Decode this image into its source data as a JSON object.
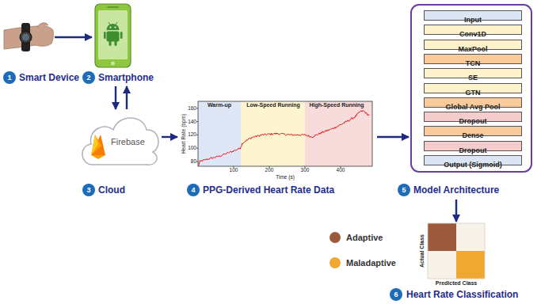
{
  "diagram": {
    "nodes": [
      {
        "text": [
          "Smart Device"
        ]
      },
      {
        "text": [
          "Smartphone"
        ]
      },
      {
        "text": [
          "Firebase",
          "Cloud"
        ]
      },
      {
        "text": [
          "PPG-Derived Heart Rate Data"
        ]
      },
      {
        "text": [
          "Model Architecture"
        ]
      },
      {
        "text": [
          "Input"
        ],
        "in": 4
      },
      {
        "text": [
          "Conv1D"
        ],
        "in": 4
      },
      {
        "text": [
          "MaxPool"
        ],
        "in": 4
      },
      {
        "text": [
          "TCN"
        ],
        "in": 4
      },
      {
        "text": [
          "SE"
        ],
        "in": 4
      },
      {
        "text": [
          "GTN"
        ],
        "in": 4
      },
      {
        "text": [
          "Global Avg Pool"
        ],
        "in": 4
      },
      {
        "text": [
          "Dropout"
        ],
        "in": 4
      },
      {
        "text": [
          "Dense"
        ],
        "in": 4
      },
      {
        "text": [
          "Dropout"
        ],
        "in": 4
      },
      {
        "text": [
          "Output (Sigmoid)"
        ],
        "in": 4
      },
      {
        "text": [
          "Heart Rate Classification"
        ]
      }
    ],
    "edges": [
      {
        "from": 0,
        "to": 1,
        "arrow": "to"
      },
      {
        "from": 1,
        "to": 2,
        "arrow": "to"
      },
      {
        "from": 2,
        "to": 1,
        "arrow": "to"
      },
      {
        "from": 2,
        "to": 3,
        "arrow": "to"
      },
      {
        "from": 3,
        "to": 4,
        "arrow": "to"
      },
      {
        "from": 4,
        "to": 16,
        "arrow": "to"
      }
    ],
    "labels": [
      "1",
      "2",
      "3",
      "4",
      "5",
      "6",
      "Warm-up",
      "Low-Speed Running",
      "High-Speed Running",
      "Heart Rate (bpm)",
      "160",
      "140",
      "120",
      "100",
      "80",
      "100",
      "200",
      "300",
      "400",
      "Time (s)",
      "Actual Class",
      "Predicted Class"
    ],
    "legend": [
      {
        "text": "Adaptive",
        "color": "#9c5a3c"
      },
      {
        "text": "Maladaptive",
        "color": "#f0a830"
      }
    ]
  }
}
